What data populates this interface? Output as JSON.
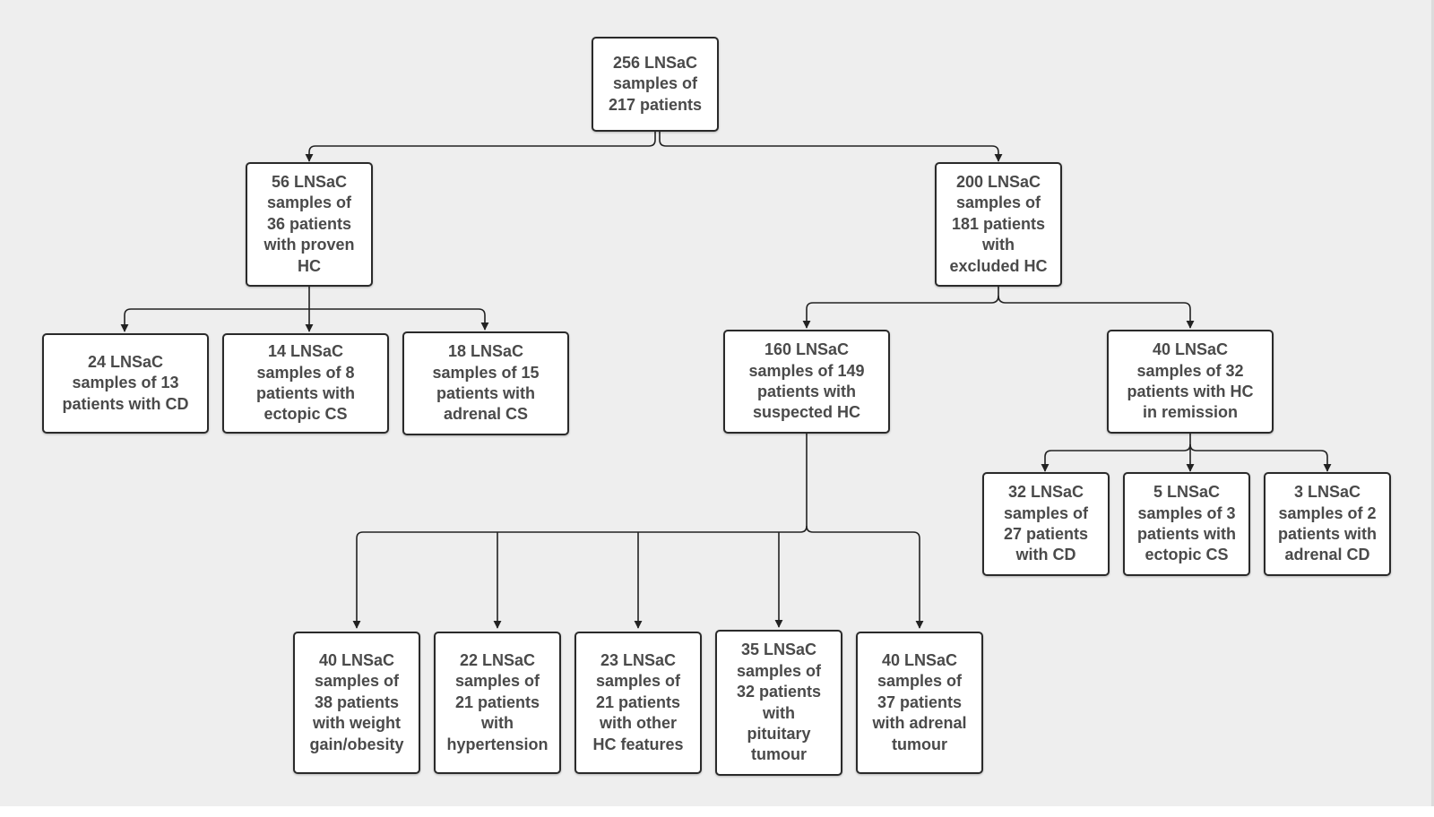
{
  "diagram": {
    "root": {
      "text": "256 LNSaC\nsamples of\n217 patients"
    },
    "proven": {
      "text": "56 LNSaC\nsamples of\n36 patients\nwith proven\nHC"
    },
    "excluded": {
      "text": "200 LNSaC\nsamples of\n181 patients\nwith\nexcluded HC"
    },
    "cd": {
      "text": "24 LNSaC\nsamples of 13\npatients with CD"
    },
    "ectopic": {
      "text": "14 LNSaC\nsamples of 8\npatients with\nectopic CS"
    },
    "adrenal": {
      "text": "18 LNSaC\nsamples of 15\npatients with\nadrenal CS"
    },
    "suspected": {
      "text": "160 LNSaC\nsamples of 149\npatients with\nsuspected HC"
    },
    "remission": {
      "text": "40 LNSaC\nsamples of 32\npatients with HC\nin remission"
    },
    "rem_cd": {
      "text": "32 LNSaC\nsamples of\n27 patients\nwith CD"
    },
    "rem_ectopic": {
      "text": "5 LNSaC\nsamples of 3\npatients with\nectopic CS"
    },
    "rem_adrenal": {
      "text": "3 LNSaC\nsamples of 2\npatients with\nadrenal CD"
    },
    "weight": {
      "text": "40 LNSaC\nsamples of\n38 patients\nwith weight\ngain/obesity"
    },
    "hypertension": {
      "text": "22 LNSaC\nsamples of\n21 patients\nwith\nhypertension"
    },
    "other": {
      "text": "23 LNSaC\nsamples of\n21 patients\nwith other\nHC features"
    },
    "pituitary": {
      "text": "35 LNSaC\nsamples of\n32 patients\nwith\npituitary\ntumour"
    },
    "adrenal_tumour": {
      "text": "40 LNSaC\nsamples of\n37 patients\nwith adrenal\ntumour"
    }
  }
}
